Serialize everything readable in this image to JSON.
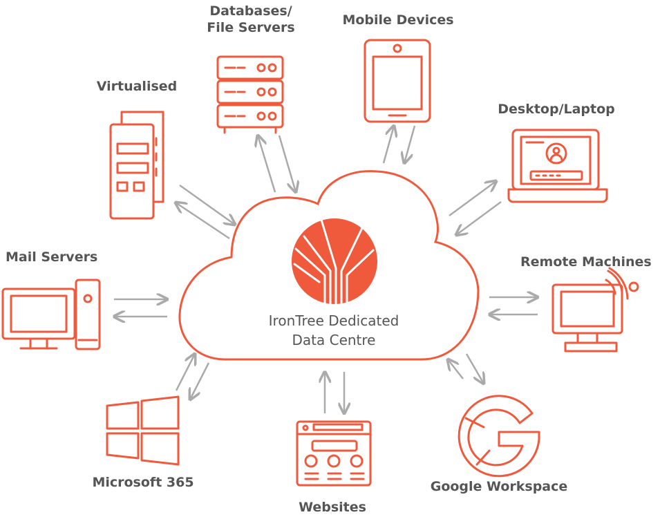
{
  "center": {
    "line1": "IronTree Dedicated",
    "line2": "Data Centre"
  },
  "nodes": {
    "databases": {
      "line1": "Databases/",
      "line2": "File Servers",
      "icon": "server-rack-icon"
    },
    "mobile": {
      "label": "Mobile Devices",
      "icon": "tablet-icon"
    },
    "virtualised": {
      "label": "Virtualised",
      "icon": "virtual-servers-icon"
    },
    "desktop": {
      "label": "Desktop/Laptop",
      "icon": "laptop-login-icon"
    },
    "mail": {
      "label": "Mail Servers",
      "icon": "desktop-tower-icon"
    },
    "remote": {
      "label": "Remote Machines",
      "icon": "remote-monitor-icon"
    },
    "microsoft": {
      "label": "Microsoft 365",
      "icon": "windows-logo-icon"
    },
    "websites": {
      "label": "Websites",
      "icon": "browser-window-icon"
    },
    "google": {
      "label": "Google Workspace",
      "icon": "google-logo-icon"
    }
  },
  "colors": {
    "accent": "#ef5a3c",
    "arrow": "#aaaaaa",
    "text": "#555555"
  }
}
